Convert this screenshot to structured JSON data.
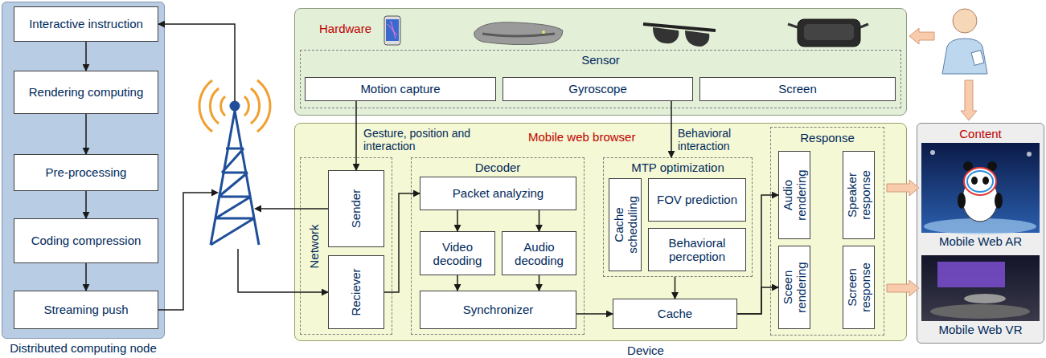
{
  "diagram": {
    "nodes": [
      {
        "text": [
          "Distributed computing node"
        ]
      },
      {
        "text": [
          "Interactive instruction"
        ],
        "in": 0
      },
      {
        "text": [
          "Rendering computing"
        ],
        "in": 0
      },
      {
        "text": [
          "Pre-processing"
        ],
        "in": 0
      },
      {
        "text": [
          "Coding compression"
        ],
        "in": 0
      },
      {
        "text": [
          "Streaming push"
        ],
        "in": 0
      },
      {
        "text": [
          "Hardware"
        ]
      },
      {
        "text": [
          "Sensor"
        ],
        "in": 6
      },
      {
        "text": [
          "Motion capture"
        ],
        "in": 7
      },
      {
        "text": [
          "Gyroscope"
        ],
        "in": 7
      },
      {
        "text": [
          "Screen"
        ],
        "in": 7
      },
      {
        "text": [
          "Mobile web browser"
        ]
      },
      {
        "text": [
          "Network"
        ],
        "in": 11
      },
      {
        "text": [
          "Sender"
        ],
        "in": 12
      },
      {
        "text": [
          "Reciever"
        ],
        "in": 12
      },
      {
        "text": [
          "Decoder"
        ],
        "in": 11
      },
      {
        "text": [
          "Packet analyzing"
        ],
        "in": 15
      },
      {
        "text": [
          "Video decoding"
        ],
        "in": 15
      },
      {
        "text": [
          "Audio decoding"
        ],
        "in": 15
      },
      {
        "text": [
          "Synchronizer"
        ],
        "in": 15
      },
      {
        "text": [
          "MTP optimization"
        ],
        "in": 11
      },
      {
        "text": [
          "Cache scheduling"
        ],
        "in": 20
      },
      {
        "text": [
          "FOV prediction"
        ],
        "in": 20
      },
      {
        "text": [
          "Behavioral perception"
        ],
        "in": 20
      },
      {
        "text": [
          "Cache"
        ],
        "in": 11
      },
      {
        "text": [
          "Response"
        ],
        "in": 11
      },
      {
        "text": [
          "Audio rendering"
        ],
        "in": 25
      },
      {
        "text": [
          "Speaker response"
        ],
        "in": 25
      },
      {
        "text": [
          "Sceen rendering"
        ],
        "in": 25
      },
      {
        "text": [
          "Screen response"
        ],
        "in": 25
      },
      {
        "text": [
          "Content"
        ]
      },
      {
        "text": [
          "Mobile Web AR"
        ],
        "in": 30
      },
      {
        "text": [
          "Mobile Web VR"
        ],
        "in": 30
      }
    ],
    "edges": [
      {
        "from": 1,
        "to": 2,
        "arrow": "to"
      },
      {
        "from": 2,
        "to": 3,
        "arrow": "to"
      },
      {
        "from": 3,
        "to": 4,
        "arrow": "to"
      },
      {
        "from": 4,
        "to": 5,
        "arrow": "to"
      },
      {
        "from": 13,
        "to": 1,
        "arrow": "to"
      },
      {
        "from": 5,
        "to": 14,
        "arrow": "to"
      },
      {
        "from": 8,
        "to": 13,
        "label": "Gesture, position and interaction",
        "arrow": "to"
      },
      {
        "from": 9,
        "to": 20,
        "label": "Behavioral interaction",
        "arrow": "to"
      },
      {
        "from": 14,
        "to": 16,
        "arrow": "to"
      },
      {
        "from": 16,
        "to": 17,
        "arrow": "to"
      },
      {
        "from": 16,
        "to": 18,
        "arrow": "to"
      },
      {
        "from": 17,
        "to": 19,
        "arrow": "to"
      },
      {
        "from": 18,
        "to": 19,
        "arrow": "to"
      },
      {
        "from": 19,
        "to": 24,
        "arrow": "to"
      },
      {
        "from": 20,
        "to": 24,
        "arrow": "to"
      },
      {
        "from": 24,
        "to": 26,
        "arrow": "to"
      },
      {
        "from": 24,
        "to": 28,
        "arrow": "to"
      },
      {
        "from": 25,
        "to": 31,
        "arrow": "to"
      },
      {
        "from": 25,
        "to": 32,
        "arrow": "to"
      }
    ],
    "labels": [
      "Device"
    ]
  }
}
